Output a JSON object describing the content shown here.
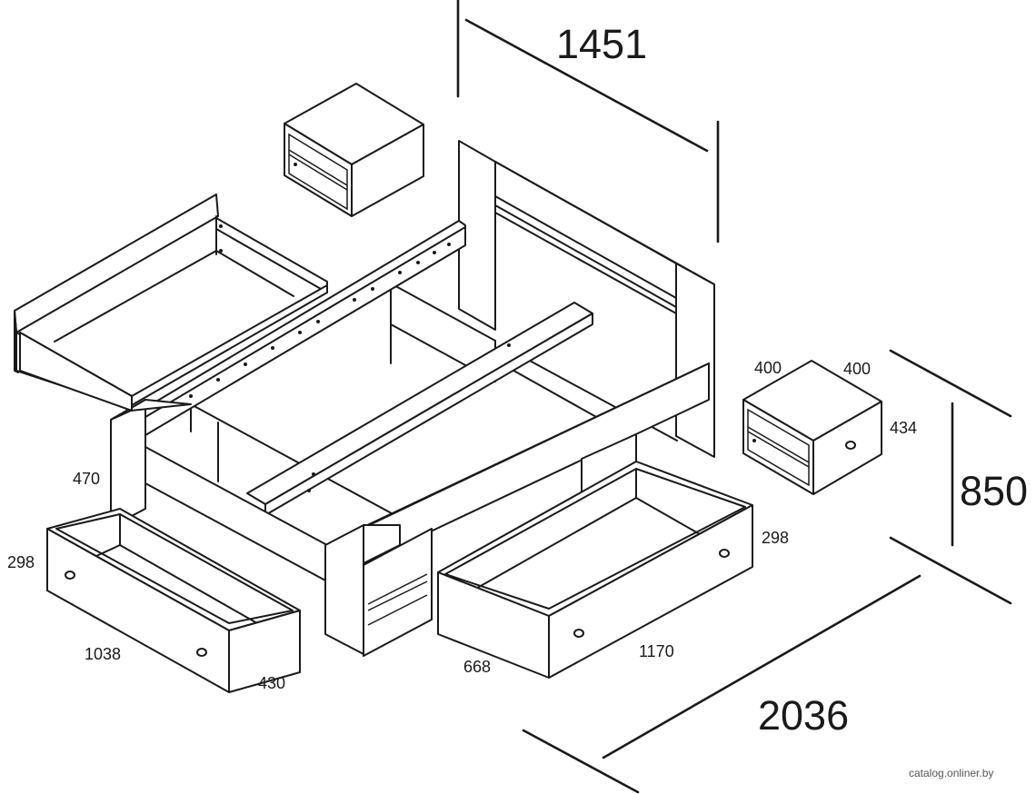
{
  "dimensions": {
    "headboard_width": "1451",
    "bed_length": "2036",
    "total_height": "850",
    "bed_side_height": "470",
    "left_drawer_height": "298",
    "left_drawer_length": "1038",
    "left_drawer_depth": "430",
    "right_drawer_height": "298",
    "right_drawer_length": "1170",
    "right_drawer_depth": "668",
    "nightstand_width": "400",
    "nightstand_depth": "400",
    "nightstand_height": "434"
  },
  "watermark": "catalog.onliner.by"
}
